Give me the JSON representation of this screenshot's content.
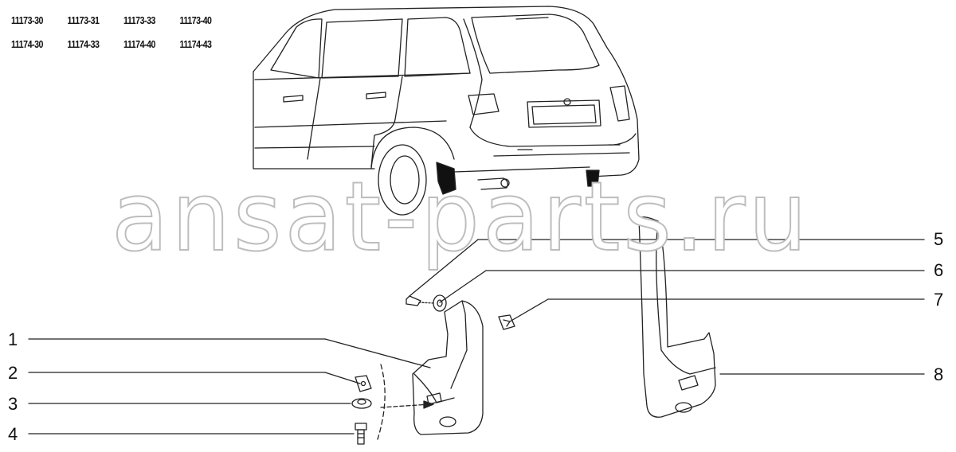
{
  "models": [
    "11173-30",
    "11173-31",
    "11173-33",
    "11173-40",
    "11174-30",
    "11174-33",
    "11174-40",
    "11174-43"
  ],
  "watermark": "ansat-parts.ru",
  "callouts": {
    "c1": "1",
    "c2": "2",
    "c3": "3",
    "c4": "4",
    "c5": "5",
    "c6": "6",
    "c7": "7",
    "c8": "8"
  }
}
